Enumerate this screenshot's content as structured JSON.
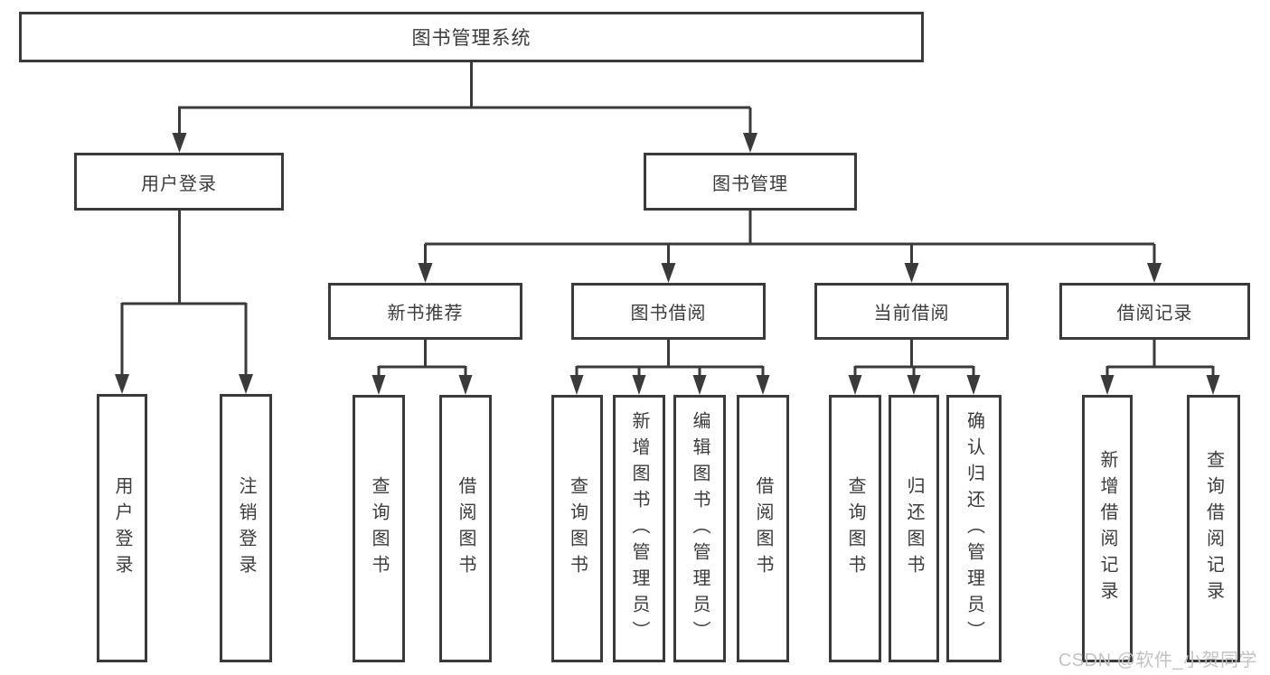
{
  "tree": {
    "root": {
      "label": "图书管理系统"
    },
    "branches": [
      {
        "label": "用户登录",
        "children": [
          {
            "label": "用户登录"
          },
          {
            "label": "注销登录"
          }
        ]
      },
      {
        "label": "图书管理",
        "children": [
          {
            "label": "新书推荐",
            "children": [
              {
                "label": "查询图书"
              },
              {
                "label": "借阅图书"
              }
            ]
          },
          {
            "label": "图书借阅",
            "children": [
              {
                "label": "查询图书"
              },
              {
                "label": "新增图书（管理员）"
              },
              {
                "label": "编辑图书（管理员）"
              },
              {
                "label": "借阅图书"
              }
            ]
          },
          {
            "label": "当前借阅",
            "children": [
              {
                "label": "查询图书"
              },
              {
                "label": "归还图书"
              },
              {
                "label": "确认归还（管理员）"
              }
            ]
          },
          {
            "label": "借阅记录",
            "children": [
              {
                "label": "新增借阅记录"
              },
              {
                "label": "查询借阅记录"
              }
            ]
          }
        ]
      }
    ]
  },
  "watermark": {
    "text": "CSDN @软件_小贺同学"
  },
  "colors": {
    "line": "#3a3a3a",
    "text": "#3b3b3b",
    "box_background": "#ffffff",
    "watermark": "#c2c2c2",
    "page_background": "#ffffff"
  }
}
